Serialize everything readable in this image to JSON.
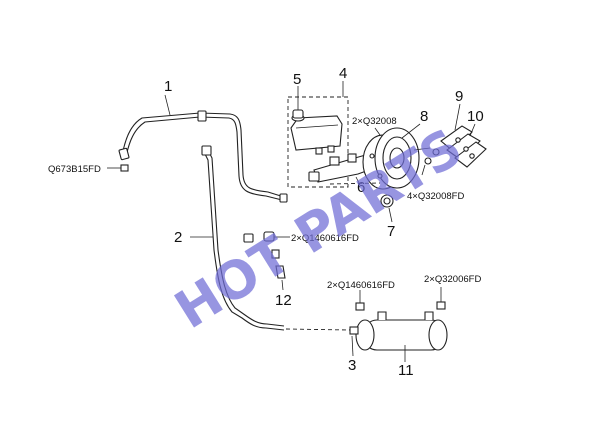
{
  "diagram": {
    "callouts": [
      "1",
      "2",
      "3",
      "4",
      "5",
      "6",
      "7",
      "8",
      "9",
      "10",
      "11",
      "12"
    ],
    "part_codes": {
      "q673b15fd": "Q673B15FD",
      "q32008_2x": "2×Q32008",
      "q32008fd_4x": "4×Q32008FD",
      "q1460616fd_2x_a": "2×Q1460616FD",
      "q1460616fd_2x_b": "2×Q1460616FD",
      "q32006fd_2x": "2×Q32006FD"
    },
    "watermark": "HOT PARTS",
    "colors": {
      "line": "#222222",
      "watermark": "#6f6cd6",
      "background": "#ffffff"
    }
  }
}
